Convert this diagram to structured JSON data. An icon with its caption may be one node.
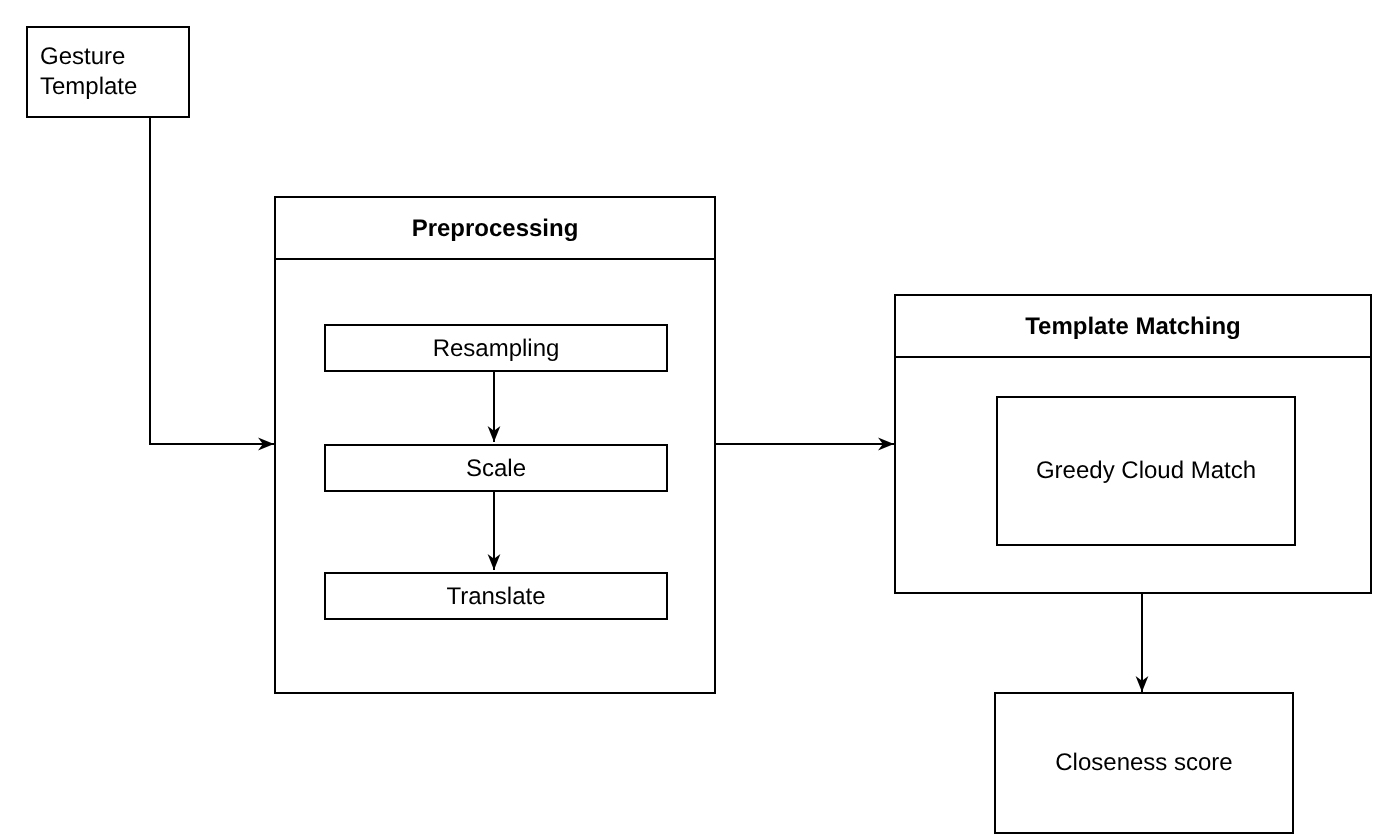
{
  "diagram": {
    "nodes": [
      {
        "text": [
          "Gesture Template"
        ]
      },
      {
        "text": [
          "Preprocessing"
        ]
      },
      {
        "text": [
          "Resampling"
        ],
        "in": 1
      },
      {
        "text": [
          "Scale"
        ],
        "in": 1
      },
      {
        "text": [
          "Translate"
        ],
        "in": 1
      },
      {
        "text": [
          "Template Matching"
        ]
      },
      {
        "text": [
          "Greedy Cloud Match"
        ],
        "in": 5
      },
      {
        "text": [
          "Closeness score"
        ]
      }
    ],
    "edges": [
      {
        "from": 0,
        "to": 1,
        "arrow": "to"
      },
      {
        "from": 2,
        "to": 3,
        "arrow": "to"
      },
      {
        "from": 3,
        "to": 4,
        "arrow": "to"
      },
      {
        "from": 1,
        "to": 5,
        "arrow": "to"
      },
      {
        "from": 5,
        "to": 7,
        "arrow": "to"
      }
    ]
  }
}
